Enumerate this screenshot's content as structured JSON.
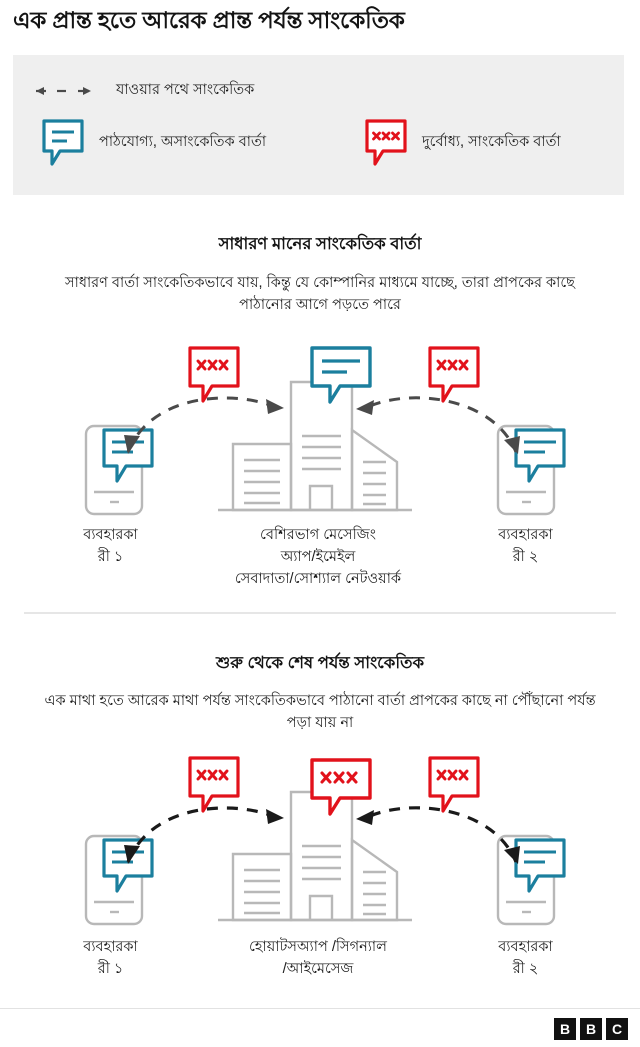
{
  "title": "এক প্রান্ত হতে আরেক প্রান্ত পর্যন্ত সাংকেতিক",
  "colors": {
    "teal": "#1b7f9e",
    "red": "#e2121b",
    "gray_outline": "#b8b8b8",
    "arrow_dark": "#4a4a4a",
    "arrow_black": "#1a1a1a",
    "legend_bg": "#efefef",
    "divider": "#e6e6e6"
  },
  "legend": {
    "arrow_label": "যাওয়ার পথে সাংকেতিক",
    "readable_label": "পাঠযোগ্য, অসাংকেতিক বার্তা",
    "encrypted_label": "দুর্বোধ্য, সাংকেতিক বার্তা"
  },
  "sections": [
    {
      "heading": "সাধারণ মানের সাংকেতিক বার্তা",
      "body": "সাধারণ বার্তা সাংকেতিকভাবে যায়, কিন্তু যে কোম্পানির মাধ্যমে যাচ্ছে, তারা প্রাপকের কাছে পাঠানোর আগে পড়তে পারে",
      "center_bubble": "readable",
      "captions": {
        "left_line1": "ব্যবহারকা",
        "left_line2": "রী ১",
        "mid_line1": "বেশিরভাগ মেসেজিং",
        "mid_line2": "অ্যাপ/ইমেইল",
        "mid_line3": "সেবাদাতা/সোশ্যাল নেটওয়ার্ক",
        "right_line1": "ব্যবহারকা",
        "right_line2": "রী ২"
      }
    },
    {
      "heading": "শুরু থেকে শেষ পর্যন্ত সাংকেতিক",
      "body": "এক মাথা হতে আরেক মাথা পর্যন্ত সাংকেতিকভাবে পাঠানো বার্তা প্রাপকের কাছে না পৌঁছানো পর্যন্ত পড়া যায় না",
      "center_bubble": "encrypted",
      "captions": {
        "left_line1": "ব্যবহারকা",
        "left_line2": "রী ১",
        "mid_line1": "হোয়াটসঅ্যাপ /সিগন্যাল",
        "mid_line2": "/আইমেসেজ",
        "mid_line3": "",
        "right_line1": "ব্যবহারকা",
        "right_line2": "রী ২"
      }
    }
  ],
  "footer": {
    "logo_1": "B",
    "logo_2": "B",
    "logo_3": "C"
  }
}
